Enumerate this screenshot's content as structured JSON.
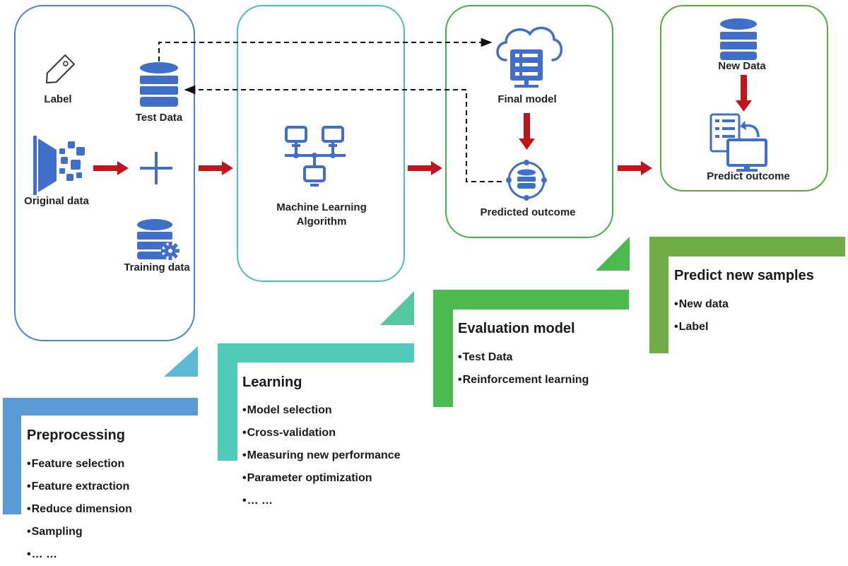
{
  "colors": {
    "icon": "#3f6fc9",
    "arrow": "#c0151a",
    "box1": "#4a86c8",
    "box2": "#4dbfb0",
    "box3": "#44b049",
    "box4": "#5aab3a",
    "stage1": "#5b9bd5",
    "stage2": "#4fc9b8",
    "stage3": "#4cbb4f",
    "stage4": "#70ad47"
  },
  "preprocess_box": {
    "label_text": "Label",
    "test_data": "Test Data",
    "original_data": "Original data",
    "training_data": "Training data"
  },
  "algorithm_box": {
    "line1": "Machine Learning",
    "line2": "Algorithm"
  },
  "evaluation_box": {
    "final_model": "Final model",
    "predicted_outcome": "Predicted outcome"
  },
  "predict_box": {
    "new_data": "New Data",
    "predict_outcome": "Predict outcome"
  },
  "stages": [
    {
      "title": "Preprocessing",
      "items": [
        "Feature selection",
        "Feature extraction",
        "Reduce dimension",
        "Sampling",
        "… …"
      ]
    },
    {
      "title": "Learning",
      "items": [
        "Model selection",
        "Cross-validation",
        "Measuring new performance",
        "Parameter optimization",
        "… …"
      ]
    },
    {
      "title": "Evaluation model",
      "items": [
        "Test Data",
        "Reinforcement learning"
      ]
    },
    {
      "title": "Predict new samples",
      "items": [
        "New data",
        "Label"
      ]
    }
  ]
}
